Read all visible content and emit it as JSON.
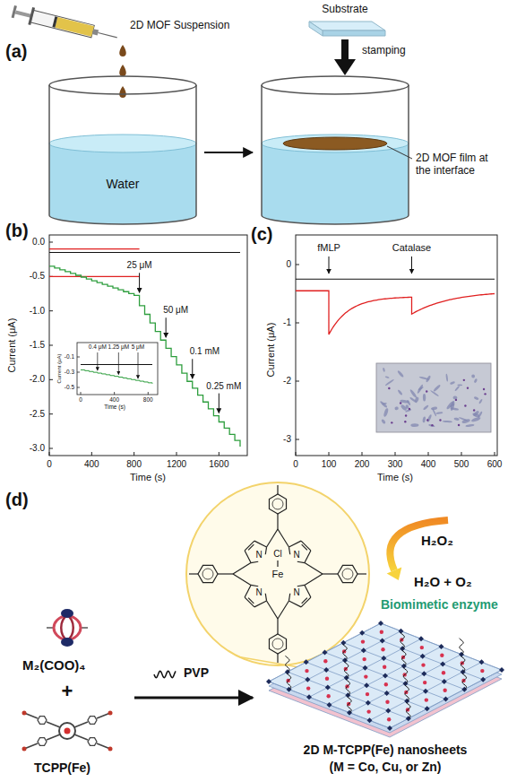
{
  "diagram": {
    "labels": [
      "(a)",
      "2D MOF Suspension",
      "Substrate",
      "stamping",
      "Water",
      "2D MOF film at the interface",
      "(b)",
      "0.0",
      "-0.5",
      "-1.0",
      "-1.5",
      "-2.0",
      "-2.5",
      "-3.0",
      "Current (μA)",
      "0",
      "400",
      "800",
      "1200",
      "1600",
      "Time (s)",
      "25 μM",
      "50 μM",
      "0.1 mM",
      "0.25 mM",
      "-0.1",
      "-0.3",
      "-0.5",
      "Current (μA)",
      "0",
      "400",
      "800",
      "Time (s)",
      "0.4 μM",
      "1.25 μM",
      "5 μM",
      "(c)",
      "0",
      "-1",
      "-2",
      "-3",
      "Current (μA)",
      "0",
      "100",
      "200",
      "300",
      "400",
      "500",
      "600",
      "Time (s)",
      "fMLP",
      "Catalase",
      "(d)",
      "H₂O₂",
      "H₂O + O₂",
      "Biomimetic enzyme",
      "N",
      "N",
      "N",
      "N",
      "Fe",
      "Cl",
      "M₂(COO)₄",
      "+",
      "TCPP(Fe)",
      "PVP",
      "2D M-TCPP(Fe) nanosheets",
      "(M = Co, Cu, or Zn)"
    ]
  }
}
